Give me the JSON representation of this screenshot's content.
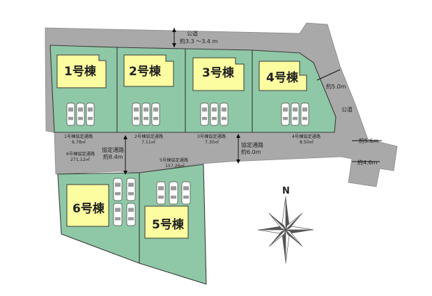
{
  "roads": {
    "public_road_top": "公道",
    "top_width": "約3.3 ～3.4 ｍ",
    "public_road_right": "公道",
    "right_width_1": "約5.0m",
    "right_width_2": "約5.6m",
    "right_width_3": "約4.6m"
  },
  "lots": [
    {
      "label": "1号棟",
      "easement": "1号棟協定通路",
      "area": "6.78㎡"
    },
    {
      "label": "2号棟",
      "easement": "2号棟協定通路",
      "area": "7.11㎡"
    },
    {
      "label": "3号棟",
      "easement": "3号棟協定通路",
      "area": "7.30㎡"
    },
    {
      "label": "4号棟",
      "easement": "4号棟協定通路",
      "area": "8.50㎡"
    },
    {
      "label": "5号棟",
      "easement": "5号棟協定通路",
      "area": "157.26㎡"
    },
    {
      "label": "6号棟",
      "easement": "6号棟協定通路",
      "area": "271.12㎡"
    }
  ],
  "agreement_road": {
    "left_label": "協定通路",
    "left_width": "約8.4m",
    "right_label": "協定通路",
    "right_width": "約6.0m"
  },
  "compass": {
    "north": "N"
  },
  "colors": {
    "lot": "#8fc8a6",
    "house": "#fcfca0",
    "road": "#a9a9a9"
  }
}
